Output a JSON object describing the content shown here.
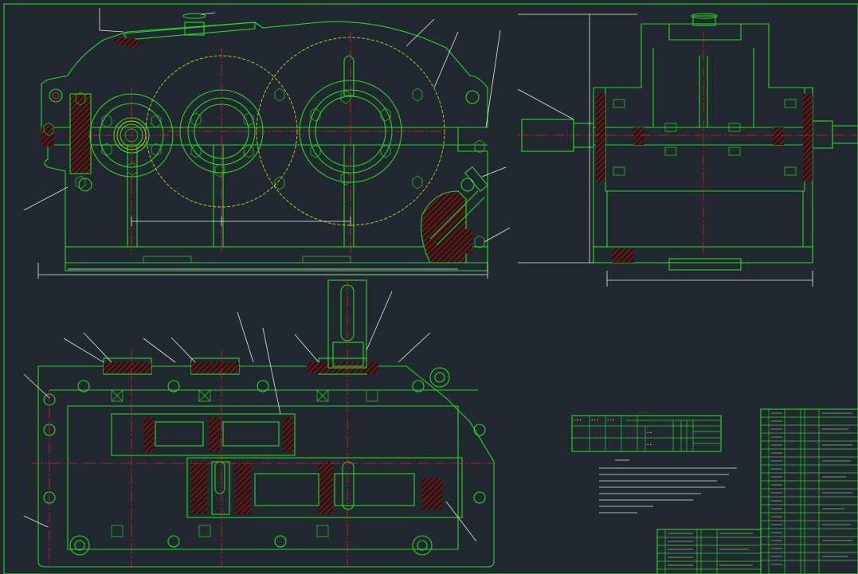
{
  "drawing": {
    "title": "",
    "colors": {
      "background": "#212830",
      "outline": "#23d923",
      "centerline": "#e02020",
      "pitch_circle": "#d4cc28",
      "dimension": "#e8e8e8",
      "hatch": "#c02828"
    },
    "views": [
      "front-view",
      "side-view",
      "top-section-view",
      "technical-table",
      "technical-notes",
      "parts-list"
    ]
  }
}
